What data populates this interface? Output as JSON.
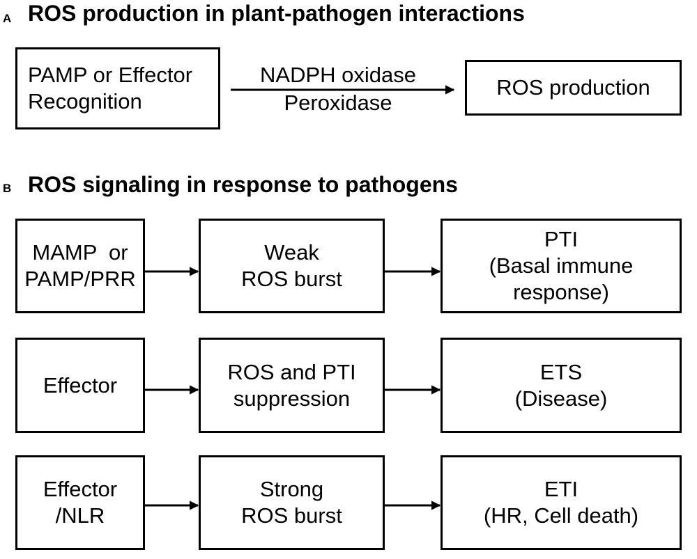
{
  "panel_a": {
    "letter": "A",
    "title": "ROS production in plant-pathogen interactions",
    "recognition": [
      "PAMP or Effector",
      "Recognition"
    ],
    "enzymes": [
      "NADPH oxidase",
      "Peroxidase"
    ],
    "output": "ROS production"
  },
  "panel_b": {
    "letter": "B",
    "title": "ROS signaling in response to pathogens",
    "rows": [
      {
        "trigger": [
          "MAMP  or",
          "PAMP/PRR"
        ],
        "burst": [
          "Weak",
          "ROS burst"
        ],
        "outcome": [
          "PTI",
          "(Basal immune",
          "response)"
        ]
      },
      {
        "trigger": [
          "Effector"
        ],
        "burst": [
          "ROS and PTI",
          "suppression"
        ],
        "outcome": [
          "ETS",
          "(Disease)"
        ]
      },
      {
        "trigger": [
          "Effector",
          "/NLR"
        ],
        "burst": [
          "Strong",
          "ROS burst"
        ],
        "outcome": [
          "ETI",
          "(HR, Cell death)"
        ]
      }
    ]
  }
}
